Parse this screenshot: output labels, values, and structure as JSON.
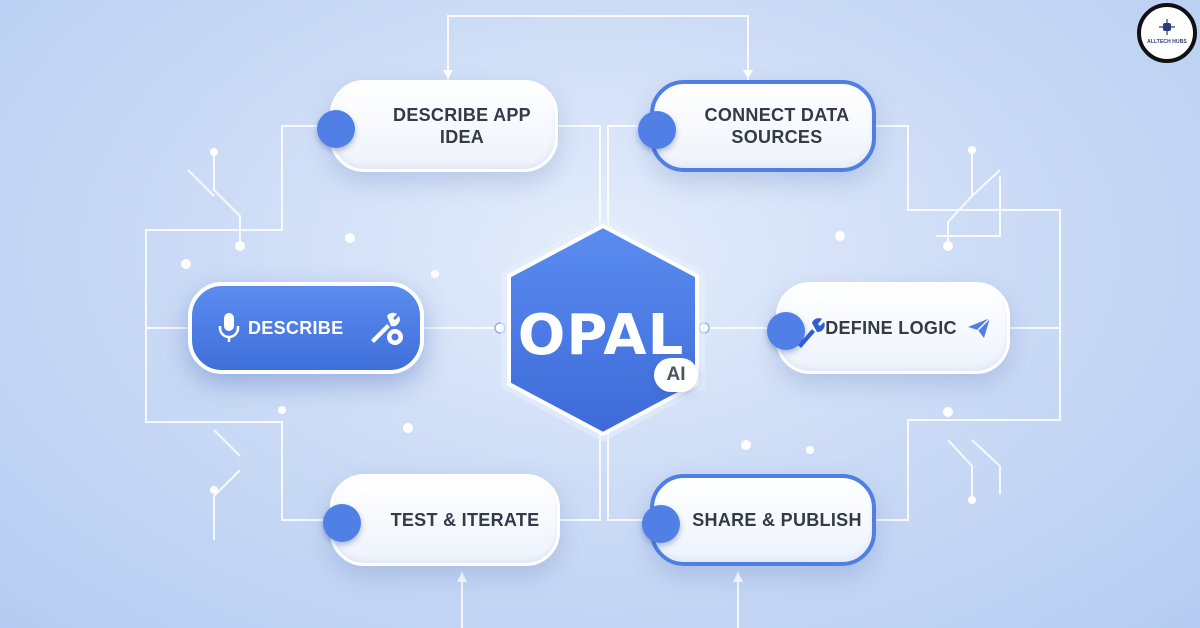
{
  "diagram": {
    "hub": {
      "title": "OPAL",
      "badge": "AI"
    },
    "nodes": {
      "describe_app_idea": "DESCRIBE APP IDEA",
      "connect_data_sources_line1": "CONNECT DATA",
      "connect_data_sources_line2": "SOURCES",
      "describe": "DESCRIBE",
      "define_logic": "DEFINE LOGIC",
      "test_iterate": "TEST & ITERATE",
      "share_publish": "SHARE & PUBLISH"
    },
    "icons": [
      "microphone-icon",
      "tools-icon",
      "wrench-icon",
      "paper-plane-icon"
    ]
  },
  "brand": {
    "text": "ALLTECH HUBS"
  },
  "colors": {
    "accent": "#4f7fe3",
    "node_dot": "#5080e6",
    "hub": "#4a7ce6",
    "wire": "#ffffff",
    "text": "#333a48"
  }
}
